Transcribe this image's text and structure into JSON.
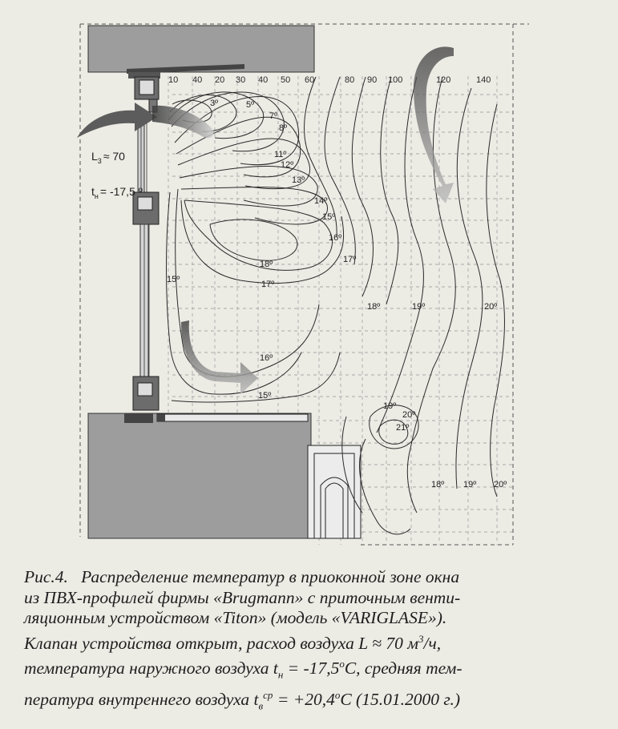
{
  "figure": {
    "flow_label_main": "L",
    "flow_label_sub": "3",
    "flow_label_value": "≈ 70",
    "outdoor_label_main": "t",
    "outdoor_label_sub": "н",
    "outdoor_label_value": "= -17,5 º",
    "scale_ticks": [
      "10",
      "40",
      "20",
      "30",
      "40",
      "50",
      "60",
      "80",
      "90",
      "100",
      "120",
      "140"
    ],
    "isotherm_labels": [
      "3º",
      "5º",
      "7º",
      "8º",
      "11º",
      "12º",
      "13º",
      "14º",
      "15º",
      "16º",
      "17º",
      "18º",
      "15º",
      "17º",
      "18º",
      "19º",
      "20º",
      "16º",
      "15º",
      "19º",
      "20º",
      "21º",
      "18º",
      "19º",
      "20º"
    ]
  },
  "caption": {
    "line1_lead": "Рис.4.",
    "line1_text": "Распределение температур в приоконной зоне окна",
    "line2": "из ПВХ-профилей фирмы «Brugmann» с приточным венти-",
    "line3": "ляционным устройством «Titon» (модель «VARIGLASE»).",
    "line4_a": "Клапан устройства открыт, расход воздуха L ≈ 70 м",
    "line4_sup": "3",
    "line4_b": "/ч,",
    "line5_a": "температура наружного воздуха t",
    "line5_sub": "н",
    "line5_b": " = -17,5",
    "line5_sup": "o",
    "line5_c": "С, средняя тем-",
    "line6_a": "пература внутреннего воздуха t",
    "line6_sub": "в",
    "line6_sup": "ср",
    "line6_b": " = +20,4",
    "line6_sup2": "o",
    "line6_c": "С (15.01.2000 г.)"
  }
}
